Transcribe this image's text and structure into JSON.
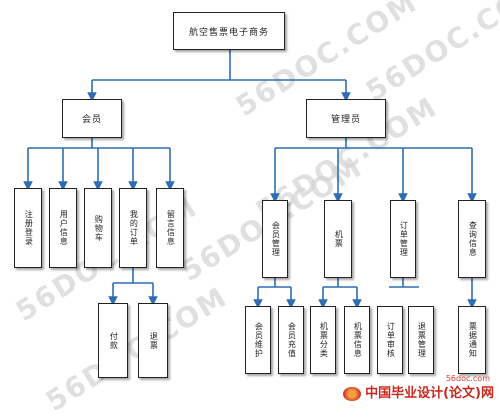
{
  "title": "航空售票电子商务",
  "member": "会员",
  "admin": "管理员",
  "member_children": [
    "注册登录",
    "用户信息",
    "购物车",
    "我的订单",
    "留言信息"
  ],
  "order_children": [
    "付款",
    "退票"
  ],
  "admin_children": [
    "会员管理",
    "机票",
    "订单管理",
    "查询信息"
  ],
  "member_mgmt_children": [
    "会员维护",
    "会员充值"
  ],
  "ticket_children": [
    "机票分类",
    "机票信息"
  ],
  "order_mgmt_children": [
    "订单审核",
    "退票管理"
  ],
  "query_children": [
    "票据通知"
  ],
  "watermark": "56DOC.COM",
  "footer": {
    "site": "56doc.com",
    "brand_a": "中国",
    "brand_b": "毕业设计(论文)网"
  },
  "colors": {
    "line": "#2e6db4",
    "box_border": "#222222",
    "brand": "#c8281d"
  }
}
